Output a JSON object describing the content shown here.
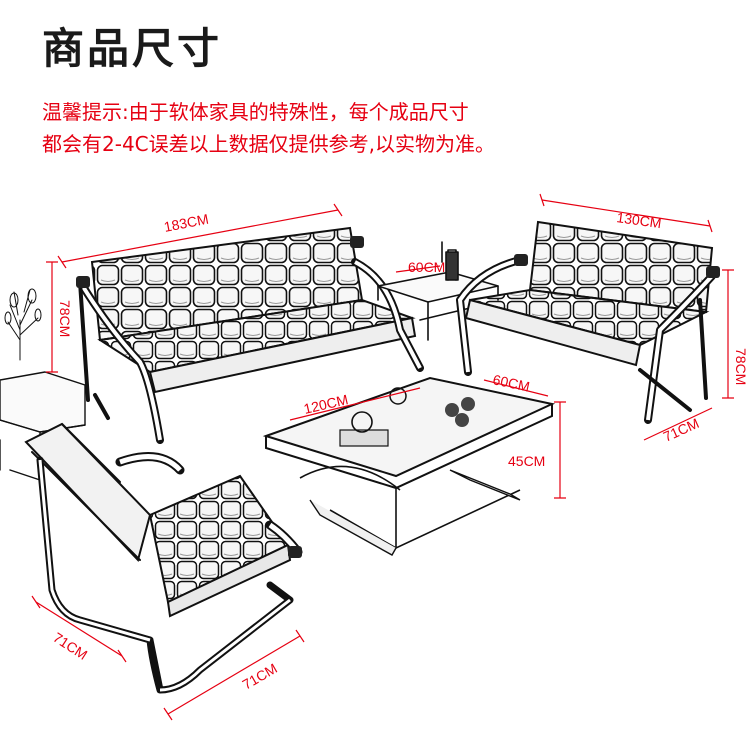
{
  "title": "商品尺寸",
  "notice": {
    "line1": "温馨提示:由于软体家具的特殊性，每个成品尺寸",
    "line2": "都会有2-4C误差以上数据仅提供参考,以实物为准。"
  },
  "dimensions": {
    "three_seat_width": "183CM",
    "three_seat_height": "78CM",
    "side_table": "60CM",
    "two_seat_width": "130CM",
    "two_seat_height": "78CM",
    "two_seat_depth": "71CM",
    "table_length": "120CM",
    "table_width": "60CM",
    "table_height": "45CM",
    "chair_depth": "71CM",
    "chair_width": "71CM"
  },
  "colors": {
    "title": "#1a1a1a",
    "accent": "#e60012",
    "line": "#111111"
  }
}
